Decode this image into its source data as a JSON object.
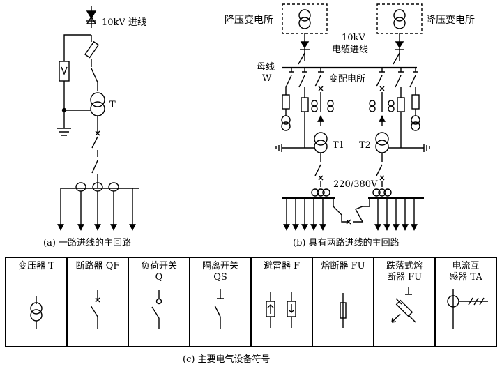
{
  "panel_a": {
    "incoming_label": "10kV 进线",
    "transformer_label": "T",
    "caption": "(a)  一路进线的主回路"
  },
  "panel_b": {
    "substation_left": "降压变电所",
    "substation_right": "降压变电所",
    "cable_label_line1": "10kV",
    "cable_label_line2": "电缆进线",
    "busbar_label_line1": "母线",
    "busbar_label_line2": "W",
    "station_label": "变配电所",
    "t1_label": "T1",
    "t2_label": "T2",
    "lv_label": "220/380V",
    "caption": "(b)  具有两路进线的主回路"
  },
  "symbols_table": {
    "cells": [
      {
        "label": "变压器 T",
        "icon": "transformer-symbol"
      },
      {
        "label": "断路器 QF",
        "icon": "circuit-breaker-symbol"
      },
      {
        "label": "负荷开关\nQ",
        "icon": "load-switch-symbol"
      },
      {
        "label": "隔离开关\nQS",
        "icon": "disconnector-symbol"
      },
      {
        "label": "避雷器 F",
        "icon": "surge-arrester-symbol"
      },
      {
        "label": "熔断器 FU",
        "icon": "fuse-symbol"
      },
      {
        "label": "跌落式熔\n断器 FU",
        "icon": "drop-out-fuse-symbol"
      },
      {
        "label": "电流互\n感器 TA",
        "icon": "current-transformer-symbol"
      }
    ],
    "caption": "(c)  主要电气设备符号"
  }
}
